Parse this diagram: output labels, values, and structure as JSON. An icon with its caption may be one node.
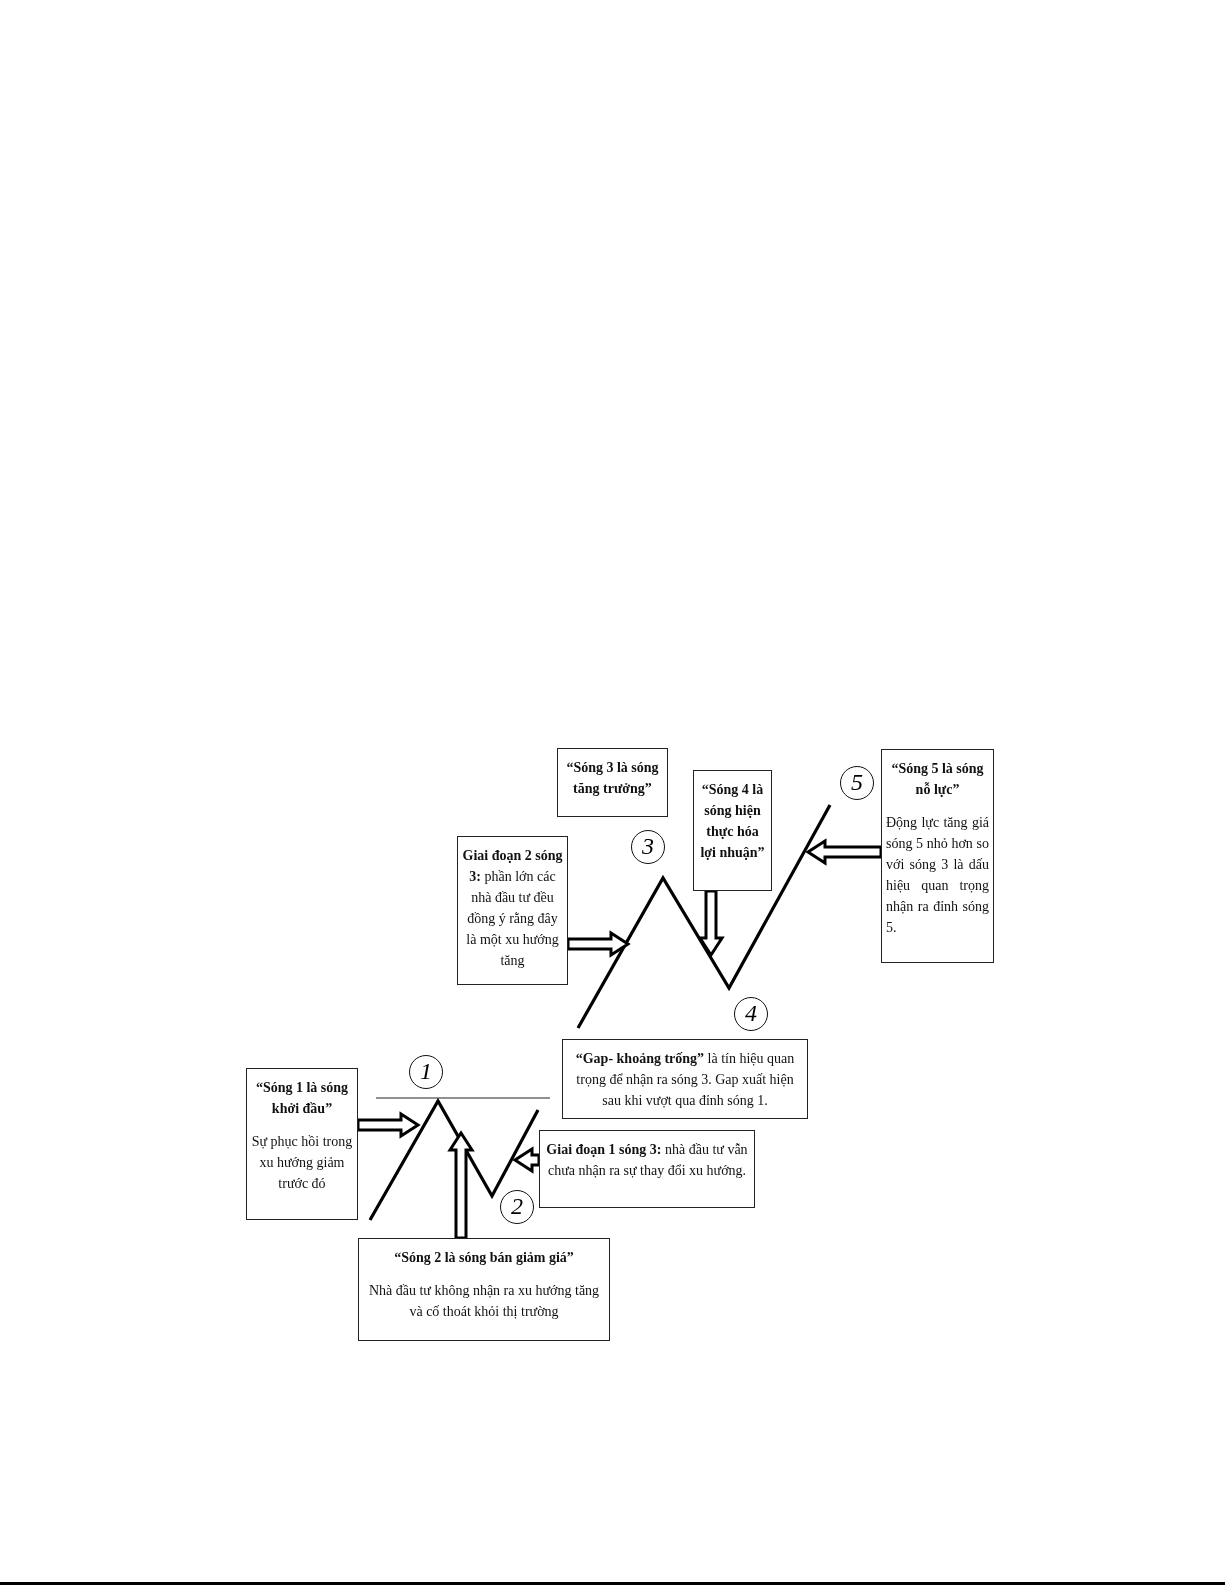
{
  "diagram": {
    "nodes": [
      {
        "text": [
          "“Sóng 3 là sóng tăng trưởng”"
        ]
      },
      {
        "text": [
          "“Sóng 4 là sóng hiện thực hóa lợi nhuận”"
        ]
      },
      {
        "text": [
          "“Sóng 5 là sóng nỗ lực”",
          "Động lực tăng giá sóng 5 nhỏ hơn so với sóng 3 là dấu hiệu quan trọng nhận ra đỉnh sóng 5."
        ]
      },
      {
        "text": [
          "**Giai đoạn 2 sóng 3:** phần lớn các nhà đầu tư đều đồng ý rằng đây là một xu hướng tăng"
        ]
      },
      {
        "text": [
          "**“Gap- khoảng trống”** là tín hiệu quan trọng để nhận ra sóng 3. Gap xuất hiện sau khi vượt qua đỉnh sóng 1."
        ]
      },
      {
        "text": [
          "“Sóng 1 là sóng khởi đầu”",
          "Sự phục hồi trong xu hướng giảm trước đó"
        ]
      },
      {
        "text": [
          "**Giai đoạn 1 sóng 3:** nhà đầu tư vẫn chưa nhận ra sự thay đổi xu hướng."
        ]
      },
      {
        "text": [
          "“Sóng 2 là sóng bán giảm giá”",
          "Nhà đầu tư không nhận ra xu hướng tăng và cố thoát khỏi thị trường"
        ]
      },
      {
        "text": [
          "1"
        ]
      },
      {
        "text": [
          "2"
        ]
      },
      {
        "text": [
          "3"
        ]
      },
      {
        "text": [
          "4"
        ]
      },
      {
        "text": [
          "5"
        ]
      }
    ],
    "edges": [
      {
        "from": 5,
        "to": null,
        "arrow": "to"
      },
      {
        "from": 7,
        "to": null,
        "arrow": "to"
      },
      {
        "from": 6,
        "to": null,
        "arrow": "to"
      },
      {
        "from": 3,
        "to": null,
        "arrow": "to"
      },
      {
        "from": 1,
        "to": null,
        "arrow": "to"
      },
      {
        "from": 2,
        "to": null,
        "arrow": "to"
      }
    ]
  }
}
